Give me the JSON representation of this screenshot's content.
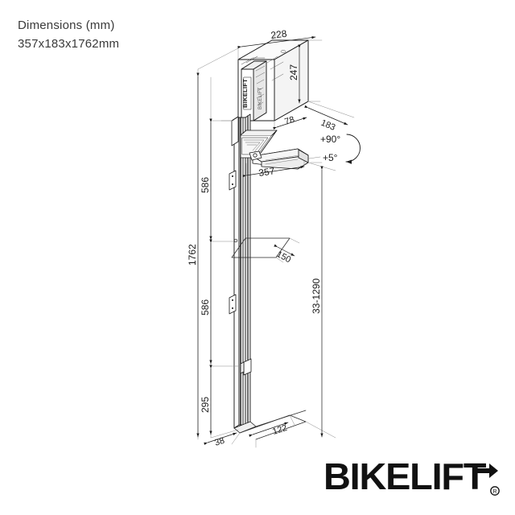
{
  "header": {
    "title": "Dimensions (mm)",
    "subtitle": "357x183x1762mm"
  },
  "drawing": {
    "name": "bikelift-isometric-dimension-drawing",
    "unit": "mm",
    "dimensions": {
      "top_width": "228",
      "housing_height": "247",
      "housing_depth": "78",
      "overall_depth": "183",
      "arm_length": "357",
      "upper_segment": "586",
      "lower_segment": "586",
      "bottom_segment": "295",
      "overall_height": "1762",
      "shelf_depth": "150",
      "lift_range": "33-1290",
      "base_depth": "38",
      "base_width": "122"
    },
    "angles": {
      "max": "+90°",
      "min": "+5°"
    },
    "housing_label": "BIKELIFT"
  },
  "logo": {
    "wordmark": "BIKELIFT",
    "registered_mark": "®",
    "color": "#111111"
  }
}
